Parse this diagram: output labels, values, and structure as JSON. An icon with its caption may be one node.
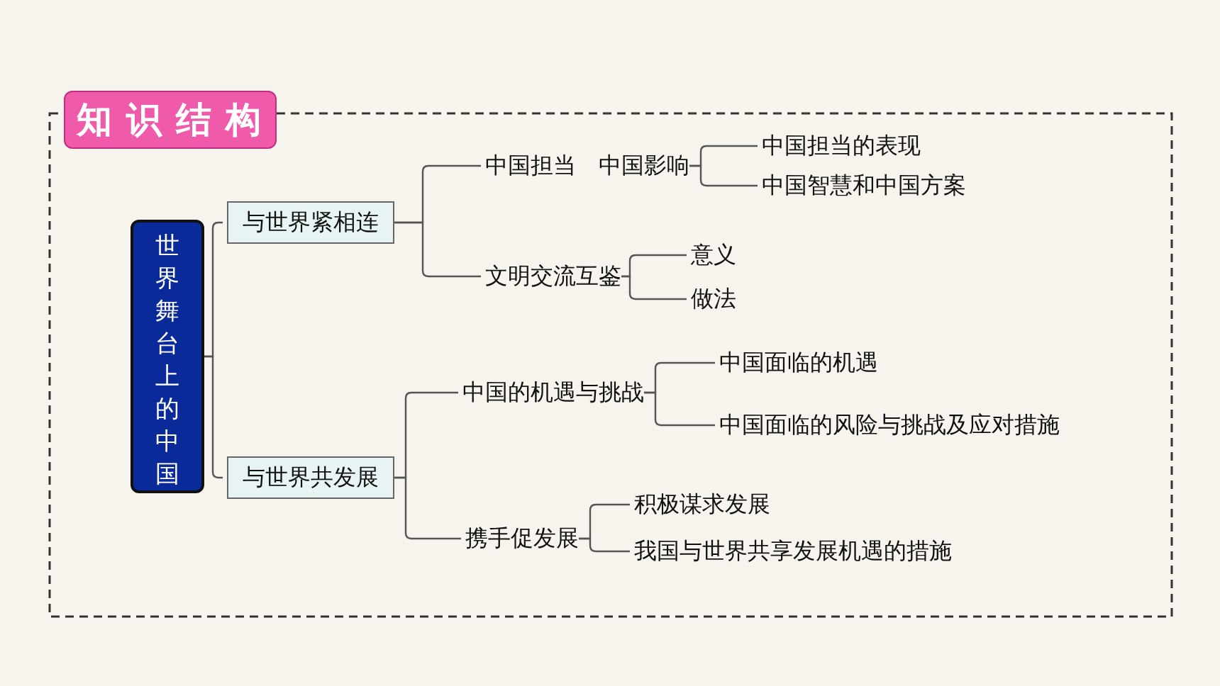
{
  "diagram": {
    "title": "知识结构",
    "nodes": [
      {
        "text": [
          "世界舞台上的中国"
        ]
      },
      {
        "text": [
          "与世界紧相连"
        ]
      },
      {
        "text": [
          "与世界共发展"
        ]
      },
      {
        "text": [
          "中国担当　中国影响"
        ]
      },
      {
        "text": [
          "中国担当的表现"
        ]
      },
      {
        "text": [
          "中国智慧和中国方案"
        ]
      },
      {
        "text": [
          "文明交流互鉴"
        ]
      },
      {
        "text": [
          "意义"
        ]
      },
      {
        "text": [
          "做法"
        ]
      },
      {
        "text": [
          "中国的机遇与挑战"
        ]
      },
      {
        "text": [
          "中国面临的机遇"
        ]
      },
      {
        "text": [
          "中国面临的风险与挑战及应对措施"
        ]
      },
      {
        "text": [
          "携手促发展"
        ]
      },
      {
        "text": [
          "积极谋求发展"
        ]
      },
      {
        "text": [
          "我国与世界共享发展机遇的措施"
        ]
      }
    ],
    "edges": [
      {
        "from": 0,
        "to": 1,
        "arrow": "none"
      },
      {
        "from": 0,
        "to": 2,
        "arrow": "none"
      },
      {
        "from": 1,
        "to": 3,
        "arrow": "none"
      },
      {
        "from": 1,
        "to": 6,
        "arrow": "none"
      },
      {
        "from": 3,
        "to": 4,
        "arrow": "none"
      },
      {
        "from": 3,
        "to": 5,
        "arrow": "none"
      },
      {
        "from": 6,
        "to": 7,
        "arrow": "none"
      },
      {
        "from": 6,
        "to": 8,
        "arrow": "none"
      },
      {
        "from": 2,
        "to": 9,
        "arrow": "none"
      },
      {
        "from": 2,
        "to": 12,
        "arrow": "none"
      },
      {
        "from": 9,
        "to": 10,
        "arrow": "none"
      },
      {
        "from": 9,
        "to": 11,
        "arrow": "none"
      },
      {
        "from": 12,
        "to": 13,
        "arrow": "none"
      },
      {
        "from": 12,
        "to": 14,
        "arrow": "none"
      }
    ]
  }
}
